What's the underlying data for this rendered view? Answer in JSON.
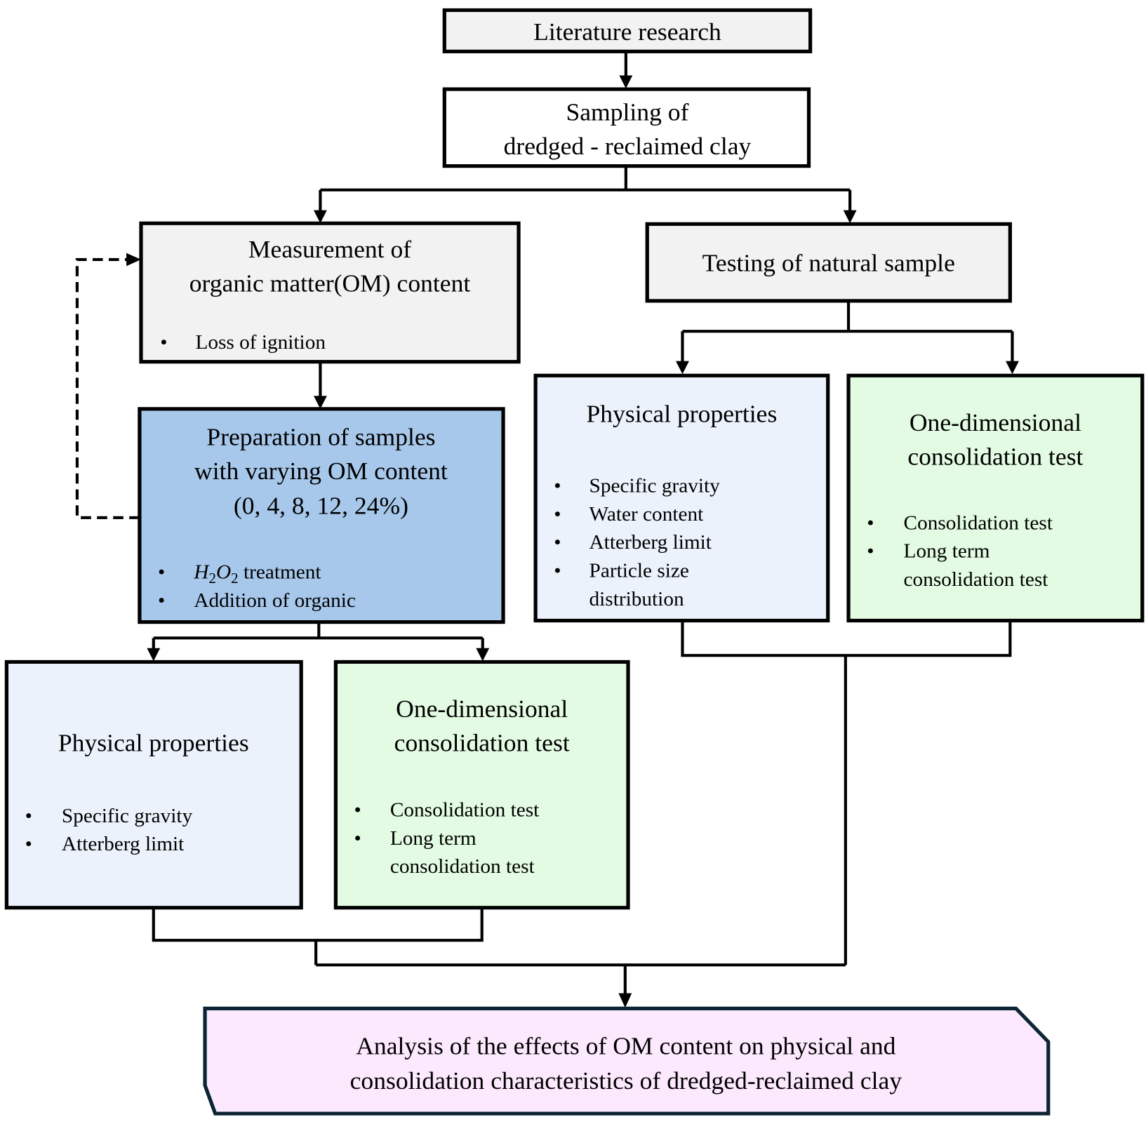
{
  "colors": {
    "gray_box": "#f2f2f2",
    "white_box": "#ffffff",
    "blue_box": "#a7c8eb",
    "light_blue_box": "#ebf2fb",
    "green_box": "#e2fbe2",
    "pink_box": "#fde9fd",
    "line": "#000000"
  },
  "nodes": {
    "literature": {
      "title": "Literature research"
    },
    "sampling": {
      "title_lines": [
        "Sampling of",
        "dredged - reclaimed clay"
      ]
    },
    "measurement": {
      "title_lines": [
        "Measurement of",
        "organic matter(OM) content"
      ],
      "bullets": [
        "Loss of ignition"
      ]
    },
    "preparation": {
      "title_lines": [
        "Preparation of samples",
        "with varying OM content",
        "(0, 4, 8, 12, 24%)"
      ],
      "bullet_formula": {
        "h": "H",
        "sub1": "2",
        "o": "O",
        "sub2": "2",
        "rest": " treatment"
      },
      "bullets": [
        "Addition of organic"
      ]
    },
    "natural": {
      "title": "Testing of natural sample"
    },
    "natural_physical": {
      "title": "Physical properties",
      "bullets": [
        "Specific gravity",
        "Water content",
        "Atterberg  limit",
        "Particle size",
        "distribution"
      ]
    },
    "natural_consolidation": {
      "title_lines": [
        "One-dimensional",
        "consolidation test"
      ],
      "bullets": [
        "Consolidation test",
        "Long term",
        "consolidation test"
      ]
    },
    "prepared_physical": {
      "title": "Physical properties",
      "bullets": [
        "Specific gravity",
        "Atterberg  limit"
      ]
    },
    "prepared_consolidation": {
      "title_lines": [
        "One-dimensional",
        "consolidation test"
      ],
      "bullets": [
        "Consolidation test",
        "Long term",
        "consolidation test"
      ]
    },
    "analysis": {
      "title_lines": [
        "Analysis of the effects of OM content on physical and",
        "consolidation characteristics of dredged-reclaimed clay"
      ]
    }
  },
  "bullet_char": "•",
  "edges": [
    {
      "from": "literature",
      "to": "sampling",
      "style": "solid"
    },
    {
      "from": "sampling",
      "to": "measurement",
      "style": "solid"
    },
    {
      "from": "sampling",
      "to": "natural",
      "style": "solid"
    },
    {
      "from": "measurement",
      "to": "preparation",
      "style": "solid"
    },
    {
      "from": "preparation",
      "to": "measurement",
      "style": "dashed"
    },
    {
      "from": "preparation",
      "to": "prepared_physical",
      "style": "solid"
    },
    {
      "from": "preparation",
      "to": "prepared_consolidation",
      "style": "solid"
    },
    {
      "from": "natural",
      "to": "natural_physical",
      "style": "solid"
    },
    {
      "from": "natural",
      "to": "natural_consolidation",
      "style": "solid"
    },
    {
      "from": "prepared_physical+prepared_consolidation+natural_physical+natural_consolidation",
      "to": "analysis",
      "style": "solid"
    }
  ]
}
